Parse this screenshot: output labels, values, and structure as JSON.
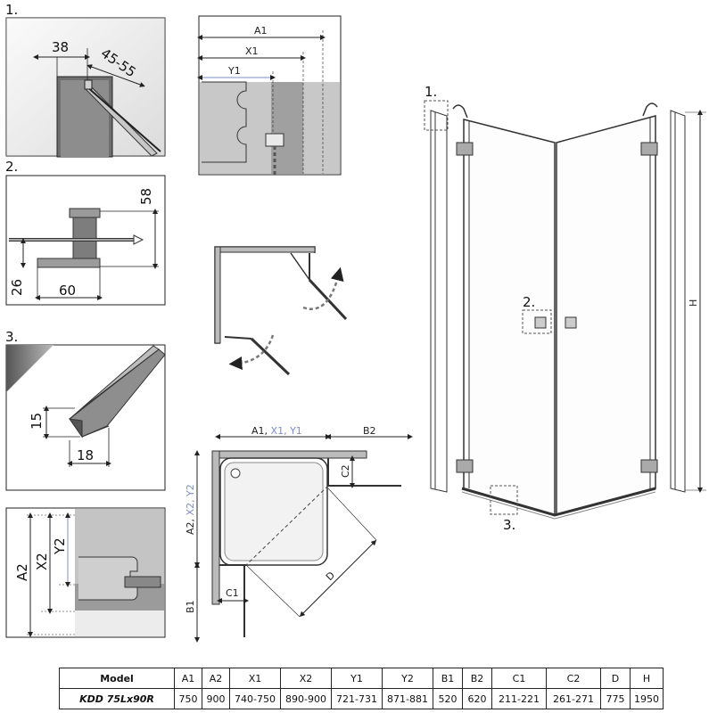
{
  "details": {
    "d1": {
      "label": "1.",
      "width": "38",
      "gap": "45-55"
    },
    "d2": {
      "label": "2.",
      "height": "58",
      "base_h": "26",
      "base_w": "60"
    },
    "d3": {
      "label": "3.",
      "h": "15",
      "w": "18"
    },
    "d4": {
      "a2": "A2",
      "x2": "X2",
      "y2": "Y2"
    }
  },
  "top_detail": {
    "a1": "A1",
    "x1": "X1",
    "y1": "Y1"
  },
  "plan": {
    "top_a": "A1,",
    "top_x": "X1,",
    "top_y": "Y1",
    "top_b": "B2",
    "left_a": "A2,",
    "left_x": "X2,",
    "left_y": "Y2",
    "left_b": "B1",
    "c1": "C1",
    "c2": "C2",
    "d": "D"
  },
  "front": {
    "callout1": "1.",
    "callout2": "2.",
    "callout3": "3.",
    "h": "H"
  },
  "table": {
    "headers": [
      "Model",
      "A1",
      "A2",
      "X1",
      "X2",
      "Y1",
      "Y2",
      "B1",
      "B2",
      "C1",
      "C2",
      "D",
      "H"
    ],
    "rows": [
      [
        "KDD 75Lx90R",
        "750",
        "900",
        "740-750",
        "890-900",
        "721-731",
        "871-881",
        "520",
        "620",
        "211-221",
        "261-271",
        "775",
        "1950"
      ]
    ]
  },
  "colors": {
    "y_label": "#7e8fc4",
    "accent_gray": "#8a8a8a"
  }
}
